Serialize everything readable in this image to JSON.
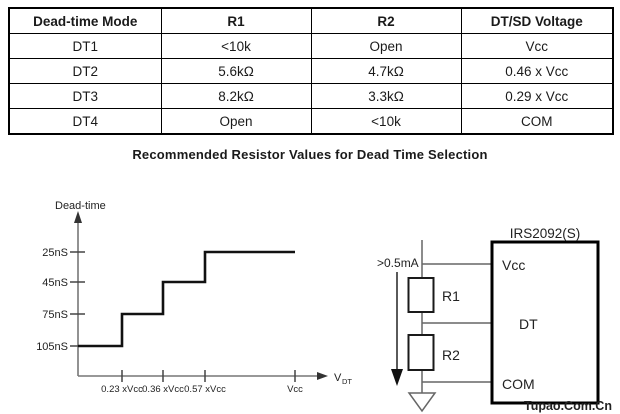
{
  "table": {
    "headers": [
      "Dead-time Mode",
      "R1",
      "R2",
      "DT/SD Voltage"
    ],
    "rows": [
      [
        "DT1",
        "<10k",
        "Open",
        "Vcc"
      ],
      [
        "DT2",
        "5.6kΩ",
        "4.7kΩ",
        "0.46 x Vcc"
      ],
      [
        "DT3",
        "8.2kΩ",
        "3.3kΩ",
        "0.29 x Vcc"
      ],
      [
        "DT4",
        "Open",
        "<10k",
        "COM"
      ]
    ]
  },
  "caption": "Recommended Resistor Values for Dead Time Selection",
  "chart_data": {
    "type": "line",
    "subtype": "step",
    "title": "",
    "ylabel": "Dead-time",
    "xlabel_main": "V",
    "xlabel_sub": "DT",
    "y_tick_labels": [
      "25nS",
      "45nS",
      "75nS",
      "105nS"
    ],
    "x_tick_labels": [
      "0.23 xVcc",
      "0.36 xVcc",
      "0.57 xVcc",
      "Vcc"
    ],
    "steps": [
      {
        "x_from": "0",
        "x_to": "0.23 x Vcc",
        "dead_time": "105nS",
        "dead_time_ns": 105
      },
      {
        "x_from": "0.23 x Vcc",
        "x_to": "0.36 x Vcc",
        "dead_time": "75nS",
        "dead_time_ns": 75
      },
      {
        "x_from": "0.36 x Vcc",
        "x_to": "0.57 x Vcc",
        "dead_time": "45nS",
        "dead_time_ns": 45
      },
      {
        "x_from": "0.57 x Vcc",
        "x_to": "Vcc",
        "dead_time": "25nS",
        "dead_time_ns": 25
      }
    ],
    "grid": false,
    "legend": false
  },
  "circuit": {
    "ic_label": "IRS2092(S)",
    "pins": [
      "Vcc",
      "DT",
      "COM"
    ],
    "resistors": [
      "R1",
      "R2"
    ],
    "current_label": ">0.5mA",
    "ground": "COM ground symbol"
  },
  "watermark": {
    "text": "Tupao.Com.Cn",
    "color": "#b21000"
  }
}
